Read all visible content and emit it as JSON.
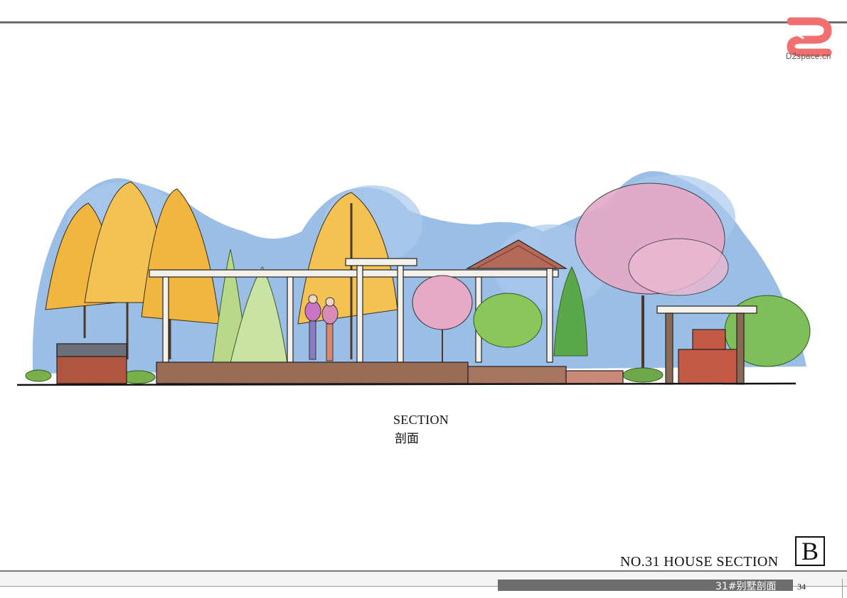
{
  "logo": {
    "text": "D2space.cn"
  },
  "caption": {
    "en": "SECTION",
    "cn": "剖面"
  },
  "sheet": {
    "title": "NO.31  HOUSE SECTION",
    "letter": "B",
    "cn_title": "31#别墅剖面",
    "page": "34"
  },
  "colors": {
    "sky": "#8fb7e2",
    "ginkgo": "#f0b63f",
    "blossom": "#e6a9c6",
    "brick": "#b0553f",
    "stone": "#9a6b55",
    "logo": "#f06f6f"
  }
}
